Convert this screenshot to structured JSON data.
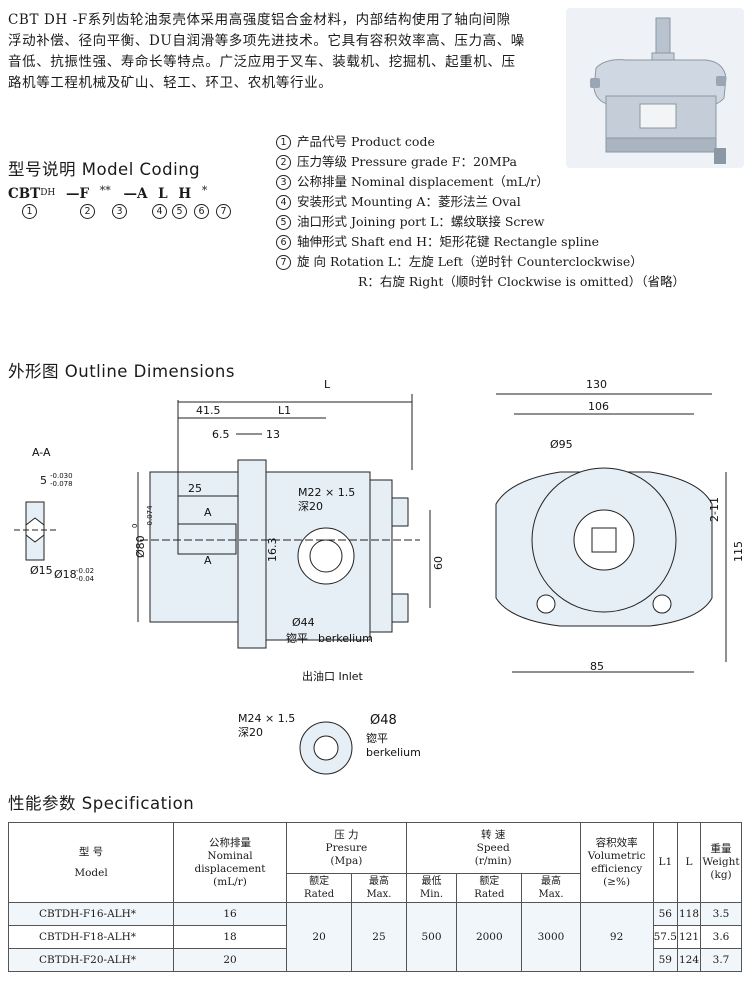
{
  "intro": {
    "line1": "CBT DH -F系列齿轮油泵壳体采用高强度铝合金材料，内部结构使用了轴向间隙",
    "line2": "浮动补偿、径向平衡、DU自润滑等多项先进技术。它具有容积效率高、压力高、噪",
    "line3": "音低、抗振性强、寿命长等特点。广泛应用于叉车、装载机、挖掘机、起重机、压",
    "line4": "路机等工程机械及矿山、轻工、环卫、农机等行业。"
  },
  "model_coding": {
    "title": "型号说明  Model Coding",
    "code": {
      "prefix": "CBT",
      "sub": "DH",
      "p2": "—F",
      "p3": "**",
      "p4": "—A",
      "p5": "L",
      "p6": "H",
      "p7": "*"
    },
    "nums": [
      "1",
      "2",
      "3",
      "4",
      "5",
      "6",
      "7"
    ],
    "legend": [
      {
        "num": "1",
        "text": "产品代号 Product code"
      },
      {
        "num": "2",
        "text": "压力等级 Pressure grade F：20MPa"
      },
      {
        "num": "3",
        "text": "公称排量 Nominal displacement（mL/r）"
      },
      {
        "num": "4",
        "text": "安装形式 Mounting  A：菱形法兰 Oval"
      },
      {
        "num": "5",
        "text": "油口形式 Joining port L：螺纹联接 Screw"
      },
      {
        "num": "6",
        "text": "轴伸形式 Shaft end H：矩形花键 Rectangle spline"
      },
      {
        "num": "7",
        "text": "旋      向 Rotation L：左旋 Left（逆时针 Counterclockwise）"
      }
    ],
    "legend_extra": "R：右旋 Right（顺时针 Clockwise is omitted）（省略）"
  },
  "outline": {
    "title": "外形图  Outline Dimensions",
    "section_label": "A-A",
    "dims": {
      "L": "L",
      "L1": "L1",
      "d41_5": "41.5",
      "d6_5": "6.5",
      "d13": "13",
      "d25": "25",
      "A": "A",
      "phi80": "Ø80",
      "phi80_tol_up": "0",
      "phi80_tol_low": "-0.074",
      "d16_3": "16.3",
      "m22": "M22 × 1.5",
      "deep20": "深20",
      "phi44": "Ø44",
      "berkelium_cn": "锪平",
      "berkelium": "berkelium",
      "d60": "60",
      "d5": "5",
      "d5_tol_up": "-0.030",
      "d5_tol_low": "-0.078",
      "phi15": "Ø15",
      "phi18": "Ø18",
      "phi18_tol_up": "-0.02",
      "phi18_tol_low": "-0.04",
      "d130": "130",
      "d106": "106",
      "phi95": "Ø95",
      "d2_11": "2-11",
      "d115": "115",
      "d85": "85",
      "outlet": "出油口  Inlet",
      "m24": "M24 × 1.5",
      "deep20b": "深20",
      "phi48": "Ø48",
      "berkelium_cn2": "锪平",
      "berkelium2": "berkelium"
    }
  },
  "spec": {
    "title": "性能参数  Specification",
    "headers": {
      "model_cn": "型    号",
      "model_en": "Model",
      "disp_cn": "公称排量",
      "disp_en1": "Nominal",
      "disp_en2": "displacement",
      "disp_unit": "(mL/r)",
      "press_cn": "压    力",
      "press_en": "Presure",
      "press_unit": "(Mpa)",
      "speed_cn": "转    速",
      "speed_en": "Speed",
      "speed_unit": "(r/min)",
      "eff_cn": "容积效率",
      "eff_en1": "Volumetric",
      "eff_en2": "efficiency",
      "eff_unit": "(≥%)",
      "l1": "L1",
      "l": "L",
      "w_cn": "重量",
      "w_en": "Weight",
      "w_unit": "(kg)",
      "rated_cn": "额定",
      "rated_en": "Rated",
      "max_cn": "最高",
      "max_en": "Max.",
      "min_cn": "最低",
      "min_en": "Min.",
      "srated_cn": "额定",
      "srated_en": "Rated",
      "smax_cn": "最高",
      "smax_en": "Max."
    },
    "rows": [
      {
        "model": "CBTDH-F16-ALH*",
        "disp": "16",
        "l1": "56",
        "l": "118",
        "w": "3.5"
      },
      {
        "model": "CBTDH-F18-ALH*",
        "disp": "18",
        "l1": "57.5",
        "l": "121",
        "w": "3.6"
      },
      {
        "model": "CBTDH-F20-ALH*",
        "disp": "20",
        "l1": "59",
        "l": "124",
        "w": "3.7"
      }
    ],
    "shared": {
      "rated_p": "20",
      "max_p": "25",
      "min_s": "500",
      "rated_s": "2000",
      "max_s": "3000",
      "eff": "92"
    }
  }
}
